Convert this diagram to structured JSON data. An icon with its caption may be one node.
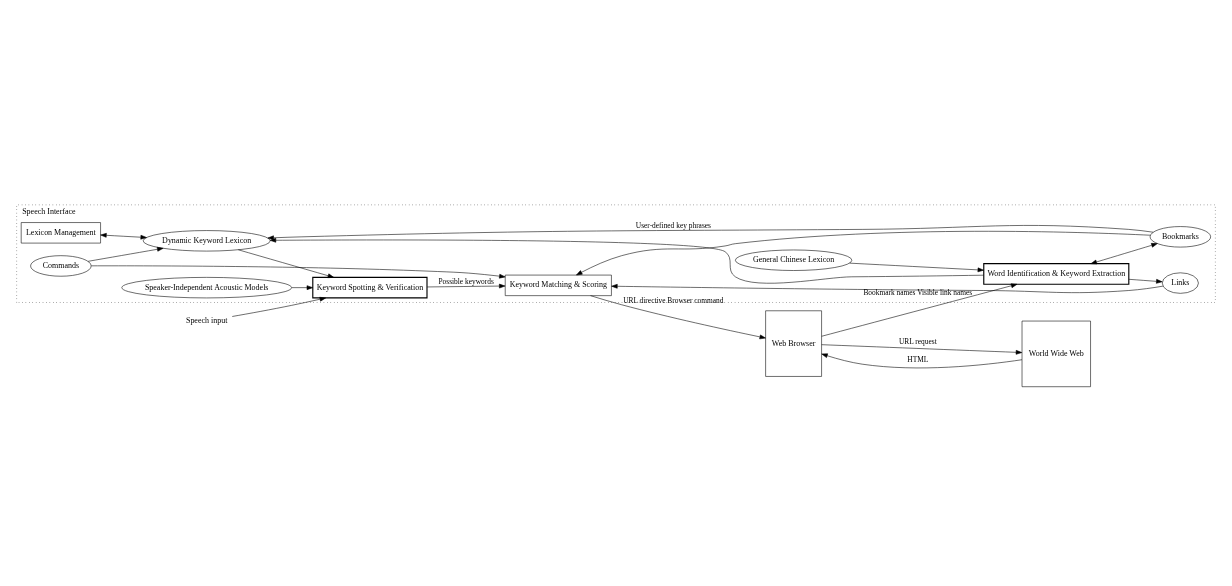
{
  "diagram": {
    "nodes": [
      {
        "text": [
          "Speech Interface"
        ]
      },
      {
        "text": [
          "Lexicon Management"
        ],
        "in": 0
      },
      {
        "text": [
          "General Chinese Lexicon"
        ],
        "in": 0
      },
      {
        "text": [
          "Dynamic Keyword Lexicon"
        ],
        "in": 0
      },
      {
        "text": [
          "Word Identification & Keyword Extraction"
        ],
        "in": 0
      },
      {
        "text": [
          "Speaker-Independent Acoustic Models"
        ],
        "in": 0
      },
      {
        "text": [
          "Commands"
        ],
        "in": 0
      },
      {
        "text": [
          "Bookmarks"
        ],
        "in": 0
      },
      {
        "text": [
          "Links"
        ],
        "in": 0
      },
      {
        "text": [
          "Keyword Spotting & Verification"
        ],
        "in": 0
      },
      {
        "text": [
          "Keyword Matching & Scoring"
        ],
        "in": 0
      },
      {
        "text": [
          "Web Browser"
        ]
      },
      {
        "text": [
          "World Wide Web"
        ]
      },
      {
        "text": [
          "Speech input"
        ]
      }
    ],
    "edges": [
      {
        "from": 1,
        "to": 3,
        "arrow": "both"
      },
      {
        "from": 2,
        "to": 4,
        "arrow": "to"
      },
      {
        "from": 4,
        "to": 3,
        "arrow": "to"
      },
      {
        "from": 4,
        "to": 7,
        "arrow": "both"
      },
      {
        "from": 4,
        "to": 8,
        "arrow": "to"
      },
      {
        "from": 7,
        "to": 3,
        "arrow": "to",
        "label": "User-defined key phrases"
      },
      {
        "from": 6,
        "to": 3,
        "arrow": "to"
      },
      {
        "from": 3,
        "to": 9,
        "arrow": "to"
      },
      {
        "from": 5,
        "to": 9,
        "arrow": "to"
      },
      {
        "from": 6,
        "to": 10,
        "arrow": "to"
      },
      {
        "from": 7,
        "to": 10,
        "arrow": "to"
      },
      {
        "from": 8,
        "to": 10,
        "arrow": "to"
      },
      {
        "from": 13,
        "to": 9,
        "arrow": "to"
      },
      {
        "from": 9,
        "to": 10,
        "arrow": "to",
        "label": "Possible keywords"
      },
      {
        "from": 10,
        "to": 11,
        "arrow": "to",
        "label": "URL directive Browser command"
      },
      {
        "from": 11,
        "to": 4,
        "arrow": "to",
        "label": "Bookmark names Visible link names"
      },
      {
        "from": 12,
        "to": 11,
        "arrow": "to",
        "label": "HTML"
      },
      {
        "from": 11,
        "to": 12,
        "arrow": "to",
        "label": "URL request"
      }
    ]
  }
}
